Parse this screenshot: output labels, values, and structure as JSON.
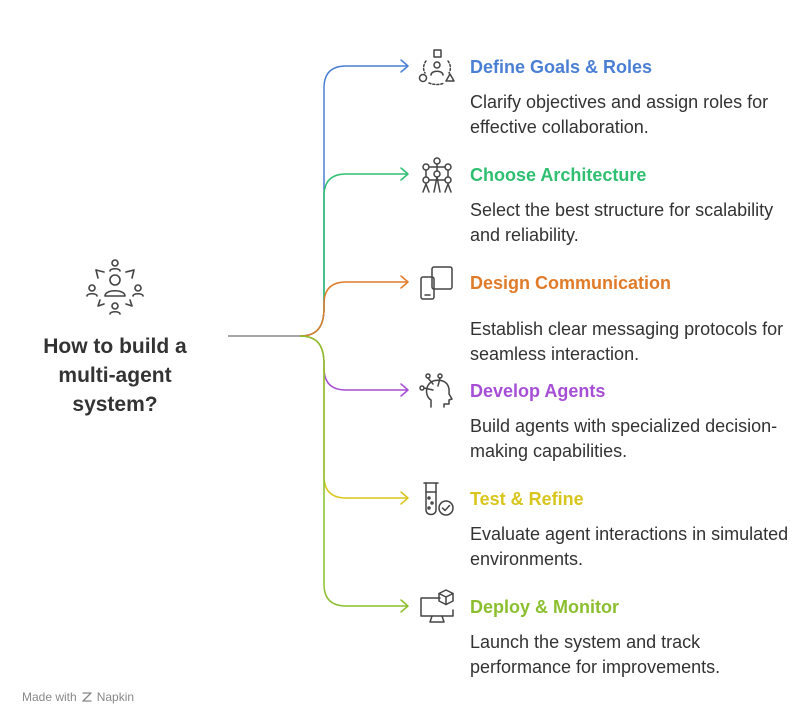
{
  "central": {
    "title": "How to build a\nmulti-agent\nsystem?",
    "icon": "multi-agent-network-icon"
  },
  "steps": [
    {
      "title": "Define Goals & Roles",
      "description": "Clarify objectives and assign roles for effective collaboration.",
      "color": "#4a7fd4",
      "icon": "shapes-roles-icon"
    },
    {
      "title": "Choose Architecture",
      "description": "Select the best structure for scalability and reliability.",
      "color": "#2fbf71",
      "icon": "network-structure-icon"
    },
    {
      "title": "Design Communication",
      "description": "Establish clear messaging protocols for seamless interaction.",
      "color": "#e07b2a",
      "icon": "devices-icon"
    },
    {
      "title": "Develop Agents",
      "description": "Build agents with specialized decision-making capabilities.",
      "color": "#a64fd6",
      "icon": "ai-head-icon"
    },
    {
      "title": "Test & Refine",
      "description": "Evaluate agent interactions in simulated environments.",
      "color": "#d8c61c",
      "icon": "test-tube-check-icon"
    },
    {
      "title": "Deploy & Monitor",
      "description": "Launch the system and track performance for improvements.",
      "color": "#8cbf2f",
      "icon": "monitor-cube-icon"
    }
  ],
  "connector_color": "#888888",
  "credit": {
    "prefix": "Made with",
    "brand": "Napkin"
  }
}
